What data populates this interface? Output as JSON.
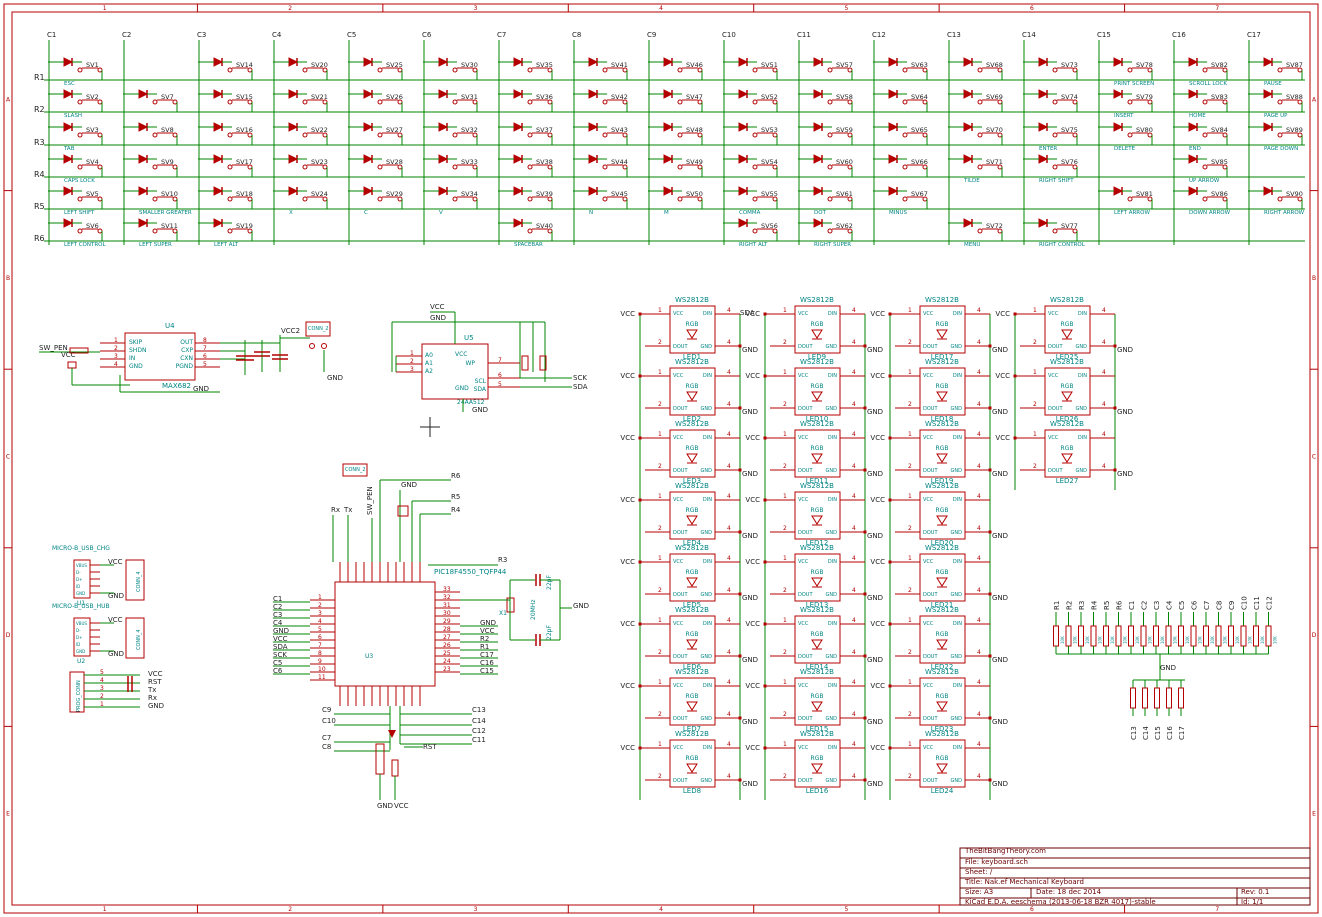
{
  "sheet": {
    "col_labels": [
      "1",
      "2",
      "3",
      "4",
      "5",
      "6",
      "7"
    ],
    "row_labels": [
      "A",
      "B",
      "C",
      "D",
      "E"
    ]
  },
  "matrix": {
    "columns": [
      "C1",
      "C2",
      "C3",
      "C4",
      "C5",
      "C6",
      "C7",
      "C8",
      "C9",
      "C10",
      "C11",
      "C12",
      "C13",
      "C14",
      "C15",
      "C16",
      "C17"
    ],
    "rows": [
      "R1",
      "R2",
      "R3",
      "R4",
      "R5",
      "R6"
    ],
    "keys": [
      {
        "row": 0,
        "col": 0,
        "sw": "SV1",
        "label": "ESC"
      },
      {
        "row": 1,
        "col": 0,
        "sw": "SV2",
        "label": "SLASH"
      },
      {
        "row": 2,
        "col": 0,
        "sw": "SV3",
        "label": "TAB"
      },
      {
        "row": 3,
        "col": 0,
        "sw": "SV4",
        "label": "CAPS LOCK"
      },
      {
        "row": 4,
        "col": 0,
        "sw": "SV5",
        "label": "LEFT SHIFT"
      },
      {
        "row": 5,
        "col": 0,
        "sw": "SV6",
        "label": "LEFT CONTROL"
      },
      {
        "row": 1,
        "col": 1,
        "sw": "SV7",
        "label": ""
      },
      {
        "row": 2,
        "col": 1,
        "sw": "SV8",
        "label": ""
      },
      {
        "row": 3,
        "col": 1,
        "sw": "SV9",
        "label": ""
      },
      {
        "row": 4,
        "col": 1,
        "sw": "SV10",
        "label": "SMALLER GREATER"
      },
      {
        "row": 5,
        "col": 1,
        "sw": "SV11",
        "label": "LEFT SUPER"
      },
      {
        "row": 0,
        "col": 2,
        "sw": "SV14",
        "label": ""
      },
      {
        "row": 1,
        "col": 2,
        "sw": "SV15",
        "label": ""
      },
      {
        "row": 2,
        "col": 2,
        "sw": "SV16",
        "label": ""
      },
      {
        "row": 3,
        "col": 2,
        "sw": "SV17",
        "label": ""
      },
      {
        "row": 4,
        "col": 2,
        "sw": "SV18",
        "label": ""
      },
      {
        "row": 5,
        "col": 2,
        "sw": "SV19",
        "label": "LEFT ALT"
      },
      {
        "row": 0,
        "col": 3,
        "sw": "SV20",
        "label": ""
      },
      {
        "row": 1,
        "col": 3,
        "sw": "SV21",
        "label": ""
      },
      {
        "row": 2,
        "col": 3,
        "sw": "SV22",
        "label": ""
      },
      {
        "row": 3,
        "col": 3,
        "sw": "SV23",
        "label": ""
      },
      {
        "row": 4,
        "col": 3,
        "sw": "SV24",
        "label": "X"
      },
      {
        "row": 0,
        "col": 4,
        "sw": "SV25",
        "label": ""
      },
      {
        "row": 1,
        "col": 4,
        "sw": "SV26",
        "label": ""
      },
      {
        "row": 2,
        "col": 4,
        "sw": "SV27",
        "label": ""
      },
      {
        "row": 3,
        "col": 4,
        "sw": "SV28",
        "label": ""
      },
      {
        "row": 4,
        "col": 4,
        "sw": "SV29",
        "label": "C"
      },
      {
        "row": 0,
        "col": 5,
        "sw": "SV30",
        "label": ""
      },
      {
        "row": 1,
        "col": 5,
        "sw": "SV31",
        "label": ""
      },
      {
        "row": 2,
        "col": 5,
        "sw": "SV32",
        "label": ""
      },
      {
        "row": 3,
        "col": 5,
        "sw": "SV33",
        "label": ""
      },
      {
        "row": 4,
        "col": 5,
        "sw": "SV34",
        "label": "V"
      },
      {
        "row": 0,
        "col": 6,
        "sw": "SV35",
        "label": ""
      },
      {
        "row": 1,
        "col": 6,
        "sw": "SV36",
        "label": ""
      },
      {
        "row": 2,
        "col": 6,
        "sw": "SV37",
        "label": ""
      },
      {
        "row": 3,
        "col": 6,
        "sw": "SV38",
        "label": ""
      },
      {
        "row": 4,
        "col": 6,
        "sw": "SV39",
        "label": ""
      },
      {
        "row": 5,
        "col": 6,
        "sw": "SV40",
        "label": "SPACEBAR"
      },
      {
        "row": 0,
        "col": 7,
        "sw": "SV41",
        "label": ""
      },
      {
        "row": 1,
        "col": 7,
        "sw": "SV42",
        "label": ""
      },
      {
        "row": 2,
        "col": 7,
        "sw": "SV43",
        "label": ""
      },
      {
        "row": 3,
        "col": 7,
        "sw": "SV44",
        "label": ""
      },
      {
        "row": 4,
        "col": 7,
        "sw": "SV45",
        "label": "N"
      },
      {
        "row": 0,
        "col": 8,
        "sw": "SV46",
        "label": ""
      },
      {
        "row": 1,
        "col": 8,
        "sw": "SV47",
        "label": ""
      },
      {
        "row": 2,
        "col": 8,
        "sw": "SV48",
        "label": ""
      },
      {
        "row": 3,
        "col": 8,
        "sw": "SV49",
        "label": ""
      },
      {
        "row": 4,
        "col": 8,
        "sw": "SV50",
        "label": "M"
      },
      {
        "row": 0,
        "col": 9,
        "sw": "SV51",
        "label": ""
      },
      {
        "row": 1,
        "col": 9,
        "sw": "SV52",
        "label": ""
      },
      {
        "row": 2,
        "col": 9,
        "sw": "SV53",
        "label": ""
      },
      {
        "row": 3,
        "col": 9,
        "sw": "SV54",
        "label": ""
      },
      {
        "row": 4,
        "col": 9,
        "sw": "SV55",
        "label": "COMMA"
      },
      {
        "row": 5,
        "col": 9,
        "sw": "SV56",
        "label": "RIGHT ALT"
      },
      {
        "row": 0,
        "col": 10,
        "sw": "SV57",
        "label": ""
      },
      {
        "row": 1,
        "col": 10,
        "sw": "SV58",
        "label": ""
      },
      {
        "row": 2,
        "col": 10,
        "sw": "SV59",
        "label": ""
      },
      {
        "row": 3,
        "col": 10,
        "sw": "SV60",
        "label": ""
      },
      {
        "row": 4,
        "col": 10,
        "sw": "SV61",
        "label": "DOT"
      },
      {
        "row": 5,
        "col": 10,
        "sw": "SV62",
        "label": "RIGHT SUPER"
      },
      {
        "row": 0,
        "col": 11,
        "sw": "SV63",
        "label": ""
      },
      {
        "row": 1,
        "col": 11,
        "sw": "SV64",
        "label": ""
      },
      {
        "row": 2,
        "col": 11,
        "sw": "SV65",
        "label": ""
      },
      {
        "row": 3,
        "col": 11,
        "sw": "SV66",
        "label": ""
      },
      {
        "row": 4,
        "col": 11,
        "sw": "SV67",
        "label": "MINUS"
      },
      {
        "row": 0,
        "col": 12,
        "sw": "SV68",
        "label": ""
      },
      {
        "row": 1,
        "col": 12,
        "sw": "SV69",
        "label": ""
      },
      {
        "row": 2,
        "col": 12,
        "sw": "SV70",
        "label": ""
      },
      {
        "row": 3,
        "col": 12,
        "sw": "SV71",
        "label": "TILDE"
      },
      {
        "row": 5,
        "col": 12,
        "sw": "SV72",
        "label": "MENU"
      },
      {
        "row": 0,
        "col": 13,
        "sw": "SV73",
        "label": ""
      },
      {
        "row": 1,
        "col": 13,
        "sw": "SV74",
        "label": ""
      },
      {
        "row": 2,
        "col": 13,
        "sw": "SV75",
        "label": "ENTER"
      },
      {
        "row": 3,
        "col": 13,
        "sw": "SV76",
        "label": "RIGHT SHIFT"
      },
      {
        "row": 5,
        "col": 13,
        "sw": "SV77",
        "label": "RIGHT CONTROL"
      },
      {
        "row": 0,
        "col": 14,
        "sw": "SV78",
        "label": "PRINT SCREEN"
      },
      {
        "row": 1,
        "col": 14,
        "sw": "SV79",
        "label": "INSERT"
      },
      {
        "row": 2,
        "col": 14,
        "sw": "SV80",
        "label": "DELETE"
      },
      {
        "row": 4,
        "col": 14,
        "sw": "SV81",
        "label": "LEFT ARROW"
      },
      {
        "row": 0,
        "col": 15,
        "sw": "SV82",
        "label": "SCROLL LOCK"
      },
      {
        "row": 1,
        "col": 15,
        "sw": "SV83",
        "label": "HOME"
      },
      {
        "row": 2,
        "col": 15,
        "sw": "SV84",
        "label": "END"
      },
      {
        "row": 3,
        "col": 15,
        "sw": "SV85",
        "label": "UP ARROW"
      },
      {
        "row": 4,
        "col": 15,
        "sw": "SV86",
        "label": "DOWN ARROW"
      },
      {
        "row": 0,
        "col": 16,
        "sw": "SV87",
        "label": "PAUSE"
      },
      {
        "row": 1,
        "col": 16,
        "sw": "SV88",
        "label": "PAGE UP"
      },
      {
        "row": 2,
        "col": 16,
        "sw": "SV89",
        "label": "PAGE DOWN"
      },
      {
        "row": 4,
        "col": 16,
        "sw": "SV90",
        "label": "RIGHT ARROW"
      }
    ]
  },
  "u4": {
    "ref": "U4",
    "value": "MAX682",
    "pins_left": [
      "1",
      "2",
      "3",
      "4"
    ],
    "pins_right": [
      "8",
      "7",
      "6",
      "5"
    ],
    "names_left": [
      "SKIP",
      "SHDN",
      "IN",
      "GND"
    ],
    "names_right": [
      "OUT",
      "CXP",
      "CXN",
      "PGND"
    ],
    "net_in": "SW_PEN",
    "net_vcc2": "VCC2",
    "conn": "CONN_2",
    "gnd": "GND",
    "vcc": "VCC"
  },
  "u5": {
    "ref": "U5",
    "value": "24AA512",
    "names_left": [
      "A0",
      "A1",
      "A2"
    ],
    "names_right": [
      "WP",
      "SCL",
      "SDA"
    ],
    "pins_left": [
      "1",
      "2",
      "3"
    ],
    "pins_right": [
      "7",
      "6",
      "5"
    ],
    "vcc": "VCC",
    "gnd": "GND",
    "sck": "SCK",
    "sda": "SDA",
    "pin_vcc": "VCC",
    "pin_gnd": "GND"
  },
  "mcu": {
    "ref": "U3",
    "value": "PIC18F4550_TQFP44",
    "left_nets": [
      "C1",
      "C2",
      "C3",
      "C4",
      "GND",
      "VCC",
      "SDA",
      "SCK",
      "C5",
      "C6"
    ],
    "left_pins": [
      "1",
      "2",
      "3",
      "4",
      "5",
      "6",
      "7",
      "8",
      "9",
      "10",
      "11"
    ],
    "right_nets": [
      "GND",
      "VCC",
      "R2",
      "R1",
      "C17",
      "C16",
      "C15"
    ],
    "right_pins": [
      "33",
      "32",
      "31",
      "30",
      "29",
      "28",
      "27",
      "26",
      "25",
      "24",
      "23"
    ],
    "top_nets": [
      "Rx",
      "Tx",
      "SW_PEN",
      "GND",
      "R6",
      "R5",
      "R4",
      "R3"
    ],
    "bottom_nets": [
      "C9",
      "C10",
      "C7",
      "C8",
      "C13",
      "C14",
      "C12",
      "C11",
      "RST"
    ],
    "crystal": "20MHz",
    "crystal_ref": "X1",
    "cap": "22pF",
    "gnd": "GND",
    "conn": "CONN_2",
    "reset_net": "RST",
    "vcc": "VCC",
    "gnd2": "GND"
  },
  "usb": {
    "u1_title": "MICRO-B_USB_CHG",
    "u1_ref": "U1",
    "u2_title": "MICRO-B_USB_HUB",
    "u2_ref": "U2",
    "pins": [
      "VBUS",
      "D-",
      "D+",
      "ID",
      "GND"
    ],
    "vcc": "VCC",
    "gnd": "GND",
    "conn": "CONN_4"
  },
  "prog": {
    "label": "PROG_CONN",
    "pins": [
      "5",
      "4",
      "3",
      "2",
      "1"
    ],
    "nets": [
      "VCC",
      "RST",
      "Tx",
      "Rx",
      "GND"
    ]
  },
  "leds": {
    "part": "WS2812B",
    "pin_names": [
      "VCC",
      "DIN",
      "DOUT",
      "GND"
    ],
    "columns": [
      {
        "labels": [
          "LED1",
          "LED2",
          "LED3",
          "LED4",
          "LED5",
          "LED6",
          "LED7",
          "LED8"
        ]
      },
      {
        "labels": [
          "LED9",
          "LED10",
          "LED11",
          "LED12",
          "LED13",
          "LED14",
          "LED15",
          "LED16"
        ]
      },
      {
        "labels": [
          "LED17",
          "LED18",
          "LED19",
          "LED20",
          "LED21",
          "LED22",
          "LED23",
          "LED24"
        ]
      },
      {
        "labels": [
          "LED25",
          "LED26",
          "LED27"
        ]
      }
    ],
    "vcc": "VCC",
    "gnd": "GND",
    "sda": "SDA",
    "rgb": "RGB"
  },
  "resistors": {
    "top": [
      "R1",
      "R2",
      "R3",
      "R4",
      "R5",
      "R6",
      "C1",
      "C2",
      "C3",
      "C4",
      "C5",
      "C6",
      "C7",
      "C8",
      "C9",
      "C10",
      "C11",
      "C12"
    ],
    "bottom": [
      "C13",
      "C14",
      "C15",
      "C16",
      "C17"
    ],
    "value": "10K",
    "gnd": "GND"
  },
  "title_block": {
    "company": "TheBitBangTheory.com",
    "file": "File: keyboard.sch",
    "sheet": "Sheet: /",
    "title": "Title: Nak.ef Mechanical Keyboard",
    "size": "Size: A3",
    "date": "Date: 18 dec 2014",
    "rev": "Rev: 0.1",
    "tool": "KiCad E.D.A.  eeschema (2013-06-18 BZR 4017)-stable",
    "id": "Id: 1/1"
  }
}
